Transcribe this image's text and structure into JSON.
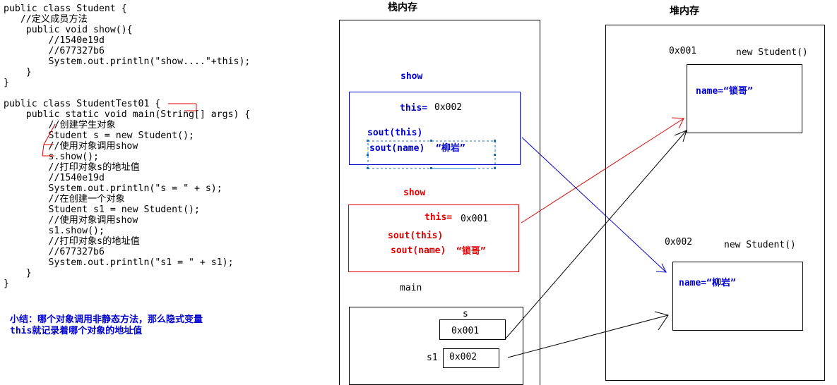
{
  "code": {
    "lines": [
      "public class Student {",
      "   //定义成员方法",
      "    public void show(){",
      "        //1540e19d",
      "        //677327b6",
      "        System.out.println(\"show....\"+this);",
      "    }",
      "}",
      "",
      "public class StudentTest01 {",
      "    public static void main(String[] args) {",
      "        //创建学生对象",
      "        Student s = new Student();",
      "        //使用对象调用show",
      "        s.show();",
      "        //打印对象s的地址值",
      "        //1540e19d",
      "        System.out.println(\"s = \" + s);",
      "        //在创建一个对象",
      "        Student s1 = new Student();",
      "        //使用对象调用show",
      "        s1.show();",
      "        //打印对象s的地址值",
      "        //677327b6",
      "        System.out.println(\"s1 = \" + s1);",
      "    }",
      "}"
    ]
  },
  "summary": {
    "line1": "小结：哪个对象调用非静态方法，那么隐式变量",
    "line2": "this就记录着哪个对象的地址值"
  },
  "stack": {
    "title": "栈内存",
    "frame_blue": {
      "label": "show",
      "this_label": "this=",
      "this_value": "0x002",
      "sout_this": "sout(this)",
      "sout_name": "sout(name)",
      "name_value": "“柳岩”"
    },
    "frame_red": {
      "label": "show",
      "this_label": "this=",
      "this_value": "0x001",
      "sout_this": "sout(this)",
      "sout_name": "sout(name)",
      "name_value": "“锁哥”"
    },
    "main": {
      "label": "main",
      "var_s": "s",
      "var_s_value": "0x001",
      "var_s1": "s1",
      "var_s1_value": "0x002"
    }
  },
  "heap": {
    "title": "堆内存",
    "obj1": {
      "address": "0x001",
      "label": "new Student()",
      "field": "name=“锁哥”"
    },
    "obj2": {
      "address": "0x002",
      "label": "new Student()",
      "field": "name=“柳岩”"
    }
  },
  "colors": {
    "blue": "#0000cc",
    "red": "#e00000",
    "black": "#000000"
  }
}
